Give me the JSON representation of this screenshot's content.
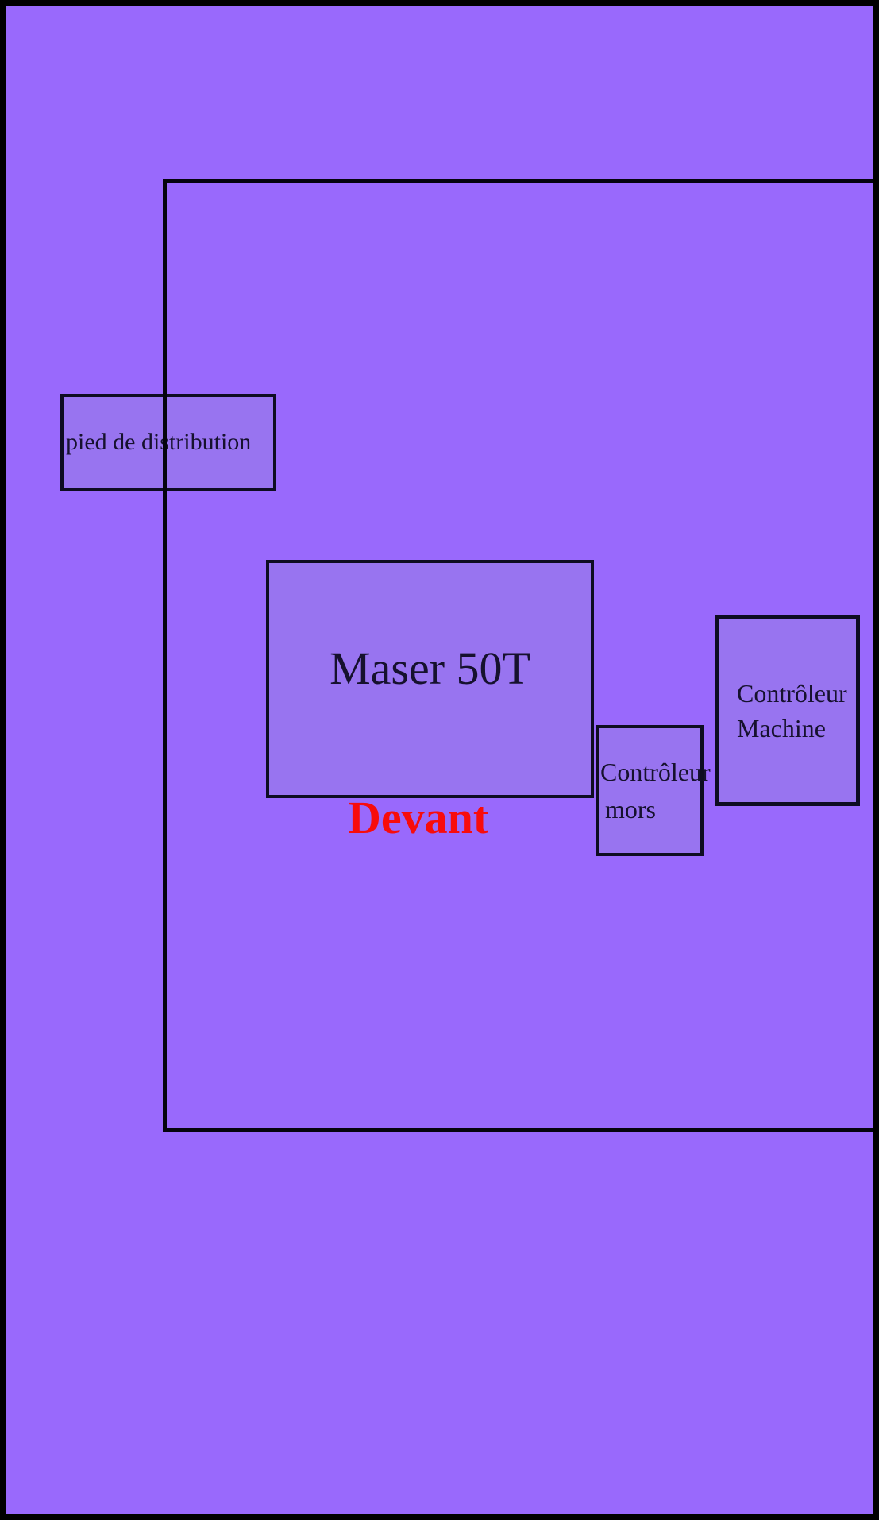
{
  "diagram": {
    "background_color": "#9969FC",
    "frame_color": "#000000",
    "box_fill_color": "#9874F0",
    "outline_color": "#0E0C22",
    "text_color": "#16112E",
    "zones": {
      "pied_de_distribution": {
        "label": "pied de distribution"
      },
      "maser": {
        "label": "Maser 50T"
      },
      "devant": {
        "label": "Devant",
        "color": "#F80C0C"
      },
      "controleur_mors": {
        "line1": "Contrôleur",
        "line2": "mors"
      },
      "controleur_machine": {
        "line1": "Contrôleur",
        "line2": "Machine"
      }
    }
  }
}
